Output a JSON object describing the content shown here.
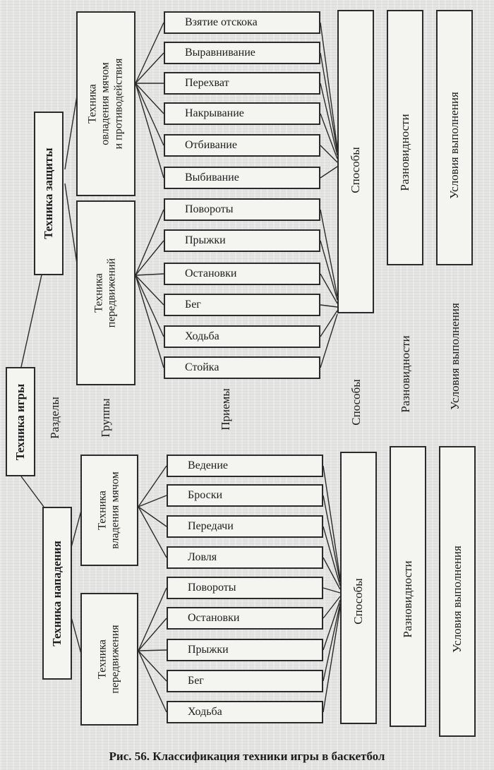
{
  "root": "Техника игры",
  "level_labels": {
    "sections": "Разделы",
    "groups": "Группы",
    "techniques": "Приемы"
  },
  "defense": {
    "title": "Техника защиты",
    "group_ball": "Техника\nовладения мячом\nи противодействия",
    "group_move": "Техника\nпередвижений",
    "items_ball": [
      "Взятие отскока",
      "Выравнивание",
      "Перехват",
      "Накрывание",
      "Отбивание",
      "Выбивание"
    ],
    "items_move": [
      "Повороты",
      "Прыжки",
      "Остановки",
      "Бег",
      "Ходьба",
      "Стойка"
    ]
  },
  "attack": {
    "title": "Техника нападения",
    "group_ball": "Техника\nвладения мячом",
    "group_move": "Техника\nпередвижения",
    "items_ball": [
      "Ведение",
      "Броски",
      "Передачи",
      "Ловля"
    ],
    "items_move": [
      "Повороты",
      "Остановки",
      "Прыжки",
      "Бег",
      "Ходьба"
    ]
  },
  "attributes": {
    "methods": "Способы",
    "variants": "Разновидности",
    "conditions": "Условия выполнения"
  },
  "caption": "Рис. 56. Классификация техники игры в баскетбол"
}
